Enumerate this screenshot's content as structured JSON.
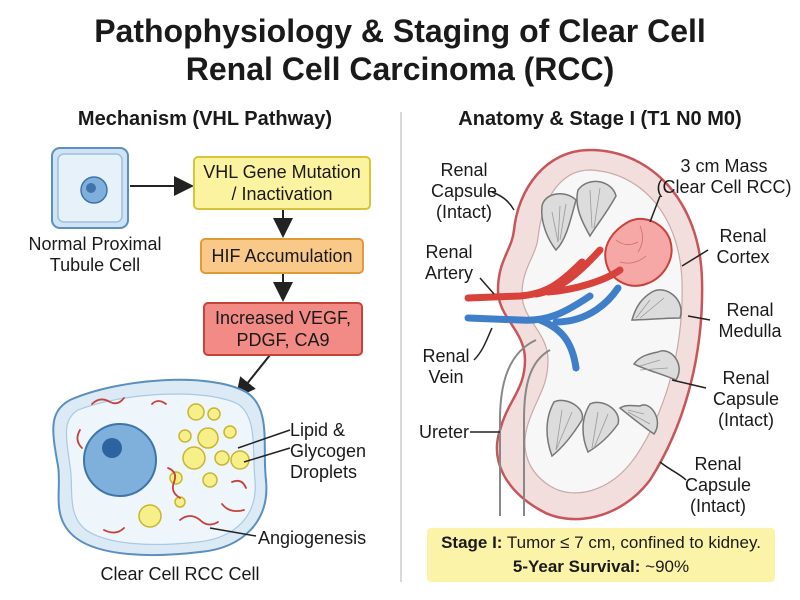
{
  "title": {
    "line1": "Pathophysiology & Staging of Clear Cell",
    "line2": "Renal Cell Carcinoma (RCC)"
  },
  "left": {
    "heading": "Mechanism (VHL Pathway)",
    "normal_cell_label": [
      "Normal Proximal",
      "Tubule Cell"
    ],
    "steps": [
      {
        "lines": [
          "VHL Gene Mutation",
          "/ Inactivation"
        ],
        "fill": "#fbf3a0",
        "border": "#d8c33a"
      },
      {
        "lines": [
          "HIF Accumulation"
        ],
        "fill": "#f9c98a",
        "border": "#e09a3c"
      },
      {
        "lines": [
          "Increased VEGF,",
          "PDGF, CA9"
        ],
        "fill": "#f28b85",
        "border": "#c9423a"
      }
    ],
    "lipid_label": [
      "Lipid &",
      "Glycogen",
      "Droplets"
    ],
    "angiogenesis_label": "Angiogenesis",
    "rcc_cell_label": "Clear Cell RCC Cell"
  },
  "right": {
    "heading": "Anatomy & Stage I (T1 N0 M0)",
    "labels": {
      "capsule_top": [
        "Renal Capsule",
        "(Intact)"
      ],
      "mass": [
        "3 cm Mass",
        "(Clear Cell RCC)"
      ],
      "artery": [
        "Renal",
        "Artery"
      ],
      "cortex": [
        "Renal",
        "Cortex"
      ],
      "medulla": [
        "Renal",
        "Medulla"
      ],
      "vein": [
        "Renal",
        "Vein"
      ],
      "capsule_mid": [
        "Renal",
        "Capsule",
        "(Intact)"
      ],
      "ureter": "Ureter",
      "capsule_bottom": [
        "Renal",
        "Capsule",
        "(Intact)"
      ]
    },
    "stage": {
      "label": "Stage I:",
      "text": " Tumor ≤ 7 cm, confined to kidney.",
      "survival_label": "5-Year Survival:",
      "survival_value": " ~90%"
    }
  },
  "colors": {
    "artery": "#d9423a",
    "vein": "#3f7fc9",
    "tumor": "#f5a8a6",
    "cortex": "#f3dede",
    "cell_fill": "#dceaf6",
    "nucleus": "#4f8fcf",
    "lipid": "#f7ef8a",
    "stage_box": "#fbf4a8"
  }
}
